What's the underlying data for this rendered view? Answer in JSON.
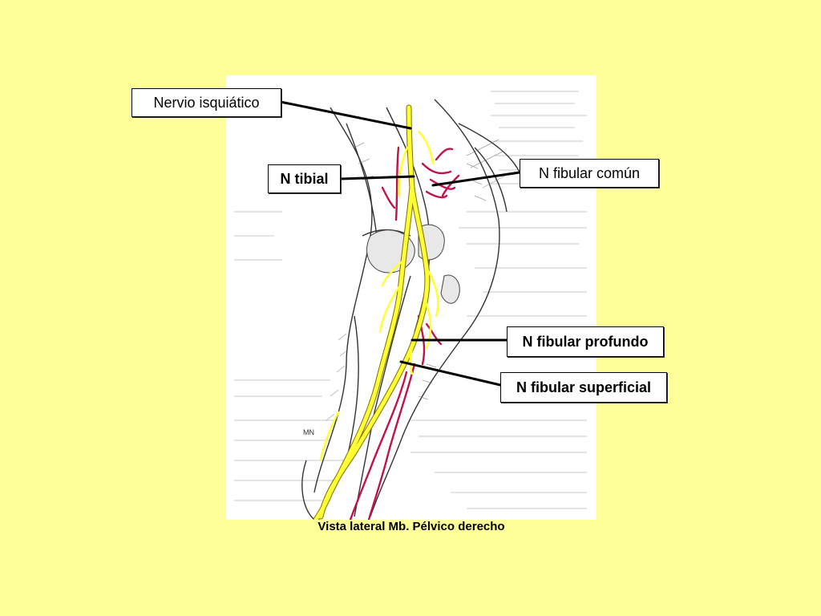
{
  "labels": {
    "sciatic": "Nervio isquiático",
    "tibial": "N tibial",
    "common_fibular": "N fibular común",
    "deep_fibular": "N fibular profundo",
    "superficial_fibular": "N fibular superficial"
  },
  "caption": "Vista lateral Mb. Pélvico derecho",
  "artist_signature": "MN",
  "colors": {
    "background": "#ffff99",
    "nerve": "#ffff33",
    "vessel": "#c0134a",
    "leader_line": "#000000"
  }
}
